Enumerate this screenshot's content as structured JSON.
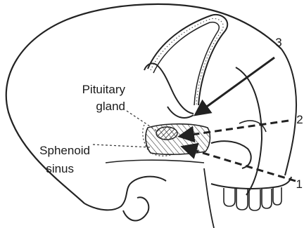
{
  "diagram": {
    "labels": {
      "pituitary_line1": "Pituitary",
      "pituitary_line2": "gland",
      "sphenoid_line1": "Sphenoid",
      "sphenoid_line2": "sinus"
    },
    "projections": {
      "p3": "3",
      "p2": "2",
      "p1": "1"
    }
  }
}
